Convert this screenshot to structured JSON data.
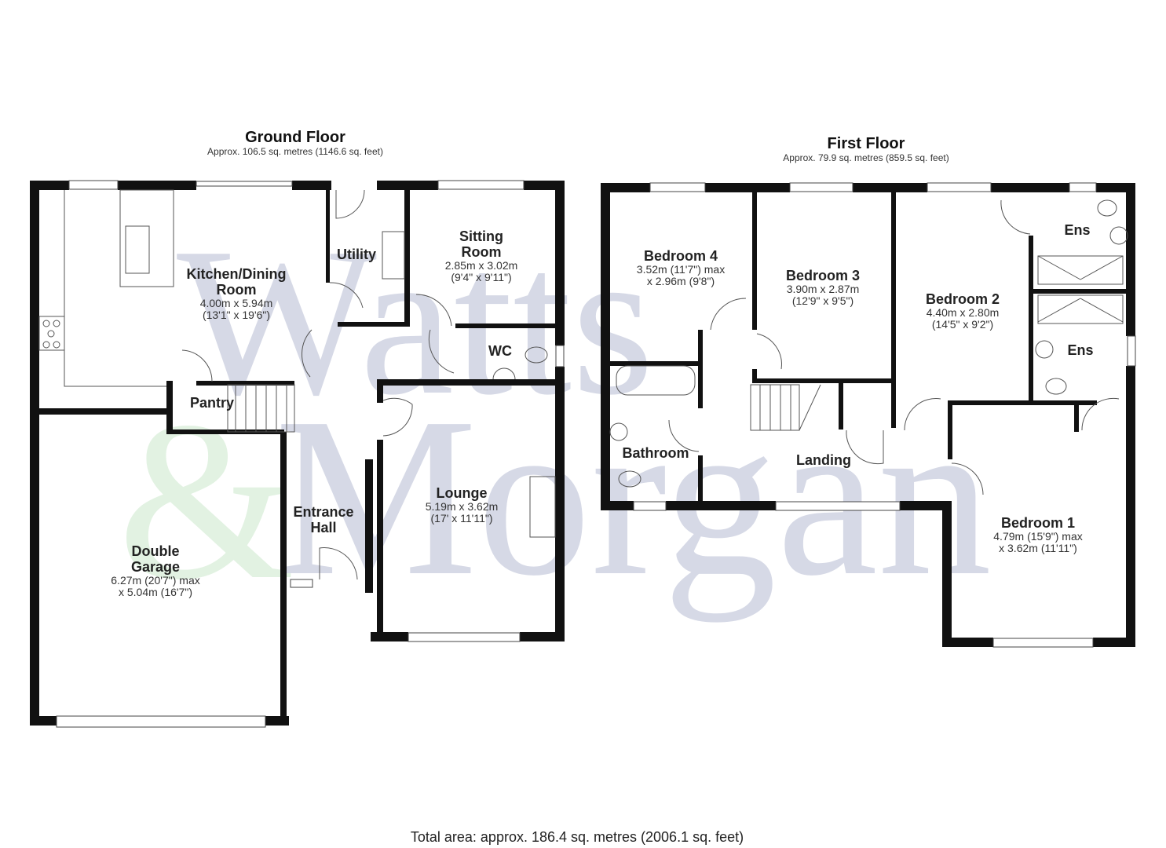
{
  "watermark": {
    "text_line1": "Watts",
    "text_line2": "Morgan",
    "ampersand": "&",
    "colors": {
      "letters": "#d6d9e6",
      "ampersand": "#dcefdc"
    }
  },
  "ground_floor": {
    "title": "Ground Floor",
    "area": "Approx. 106.5 sq. metres (1146.6 sq. feet)",
    "rooms": [
      {
        "name": "Kitchen/Dining Room",
        "label_lines": [
          "Kitchen/Dining",
          "Room"
        ],
        "dims": [
          "4.00m x 5.94m",
          "(13'1\" x 19'6\")"
        ]
      },
      {
        "name": "Utility",
        "label_lines": [
          "Utility"
        ],
        "dims": []
      },
      {
        "name": "Sitting Room",
        "label_lines": [
          "Sitting",
          "Room"
        ],
        "dims": [
          "2.85m x 3.02m",
          "(9'4\" x 9'11\")"
        ]
      },
      {
        "name": "WC",
        "label_lines": [
          "WC"
        ],
        "dims": []
      },
      {
        "name": "Pantry",
        "label_lines": [
          "Pantry"
        ],
        "dims": []
      },
      {
        "name": "Lounge",
        "label_lines": [
          "Lounge"
        ],
        "dims": [
          "5.19m x 3.62m",
          "(17' x 11'11\")"
        ]
      },
      {
        "name": "Entrance Hall",
        "label_lines": [
          "Entrance",
          "Hall"
        ],
        "dims": []
      },
      {
        "name": "Double Garage",
        "label_lines": [
          "Double",
          "Garage"
        ],
        "dims": [
          "6.27m (20'7\") max",
          "x 5.04m (16'7\")"
        ]
      }
    ]
  },
  "first_floor": {
    "title": "First Floor",
    "area": "Approx. 79.9 sq. metres (859.5 sq. feet)",
    "rooms": [
      {
        "name": "Bedroom 4",
        "label_lines": [
          "Bedroom 4"
        ],
        "dims": [
          "3.52m (11'7\") max",
          "x 2.96m (9'8\")"
        ]
      },
      {
        "name": "Bedroom 3",
        "label_lines": [
          "Bedroom 3"
        ],
        "dims": [
          "3.90m x 2.87m",
          "(12'9\" x 9'5\")"
        ]
      },
      {
        "name": "Bedroom 2",
        "label_lines": [
          "Bedroom 2"
        ],
        "dims": [
          "4.40m x 2.80m",
          "(14'5\" x 9'2\")"
        ]
      },
      {
        "name": "Ens (upper)",
        "label_lines": [
          "Ens"
        ],
        "dims": []
      },
      {
        "name": "Ens (lower)",
        "label_lines": [
          "Ens"
        ],
        "dims": []
      },
      {
        "name": "Bathroom",
        "label_lines": [
          "Bathroom"
        ],
        "dims": []
      },
      {
        "name": "Landing",
        "label_lines": [
          "Landing"
        ],
        "dims": []
      },
      {
        "name": "Bedroom 1",
        "label_lines": [
          "Bedroom 1"
        ],
        "dims": [
          "4.79m (15'9\") max",
          "x 3.62m (11'11\")"
        ]
      }
    ]
  },
  "total_area": "Total area: approx. 186.4 sq. metres (2006.1 sq. feet)",
  "colors": {
    "wall": "#111111",
    "fixture_line": "#555555",
    "background": "#ffffff"
  }
}
